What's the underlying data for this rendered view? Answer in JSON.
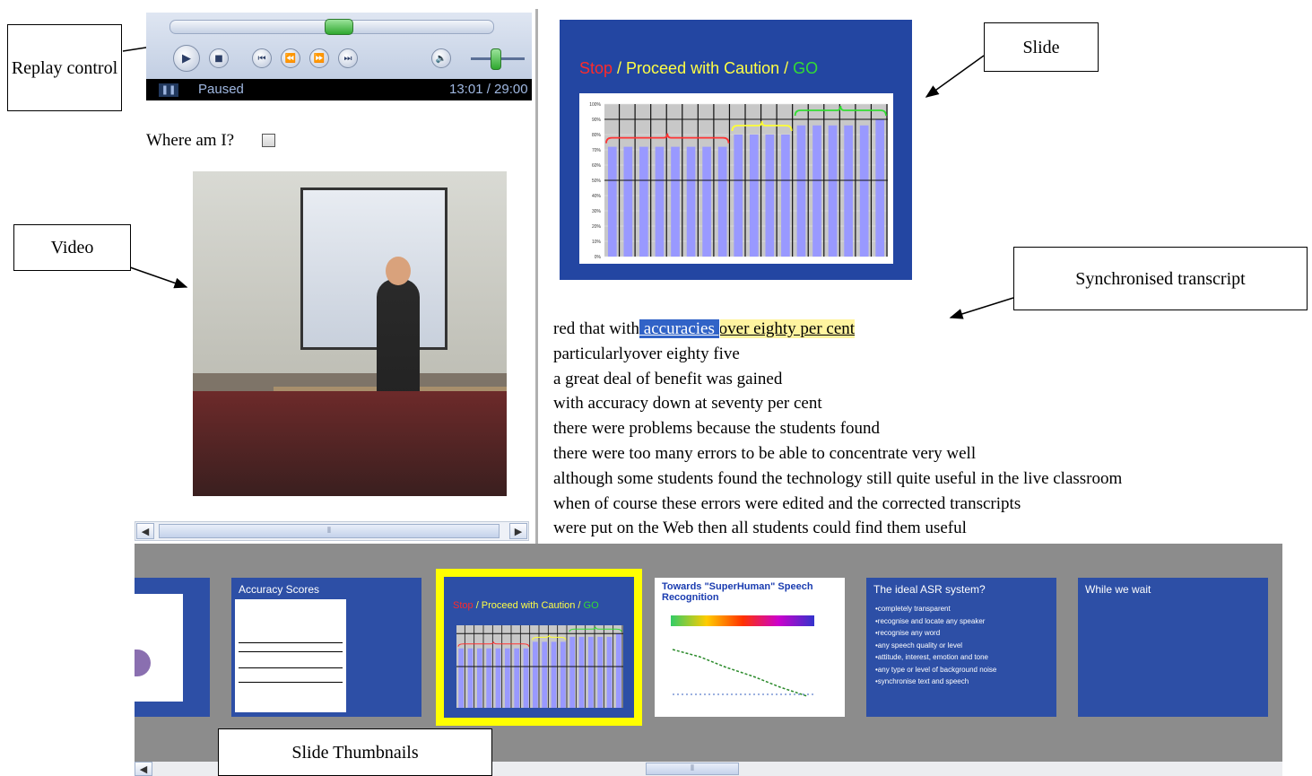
{
  "callouts": {
    "replay_control": "Replay control",
    "video": "Video",
    "slide": "Slide",
    "synchronised_transcript": "Synchronised transcript",
    "slide_thumbnails": "Slide Thumbnails"
  },
  "player": {
    "status": "Paused",
    "time": "13:01 / 29:00",
    "seek_position": 0.52,
    "volume_level": 0.45,
    "icons": [
      "play-icon",
      "stop-icon",
      "previous-icon",
      "rewind-icon",
      "fast-forward-icon",
      "next-icon",
      "volume-icon",
      "pause-icon"
    ]
  },
  "where_am_i": {
    "label": "Where am I?",
    "checked": false
  },
  "slide": {
    "title_stop": "Stop",
    "title_mid": " / Proceed with Caution / ",
    "title_go": "GO",
    "colors": {
      "stop": "#ff2a2a",
      "mid": "#ffff44",
      "go": "#33dd33",
      "background": "#2346a2",
      "bar": "#9999ff"
    }
  },
  "chart_data": {
    "type": "bar",
    "values": [
      72,
      72,
      72,
      72,
      72,
      72,
      72,
      72,
      80,
      80,
      80,
      80,
      86,
      86,
      86,
      86,
      86,
      90
    ],
    "ylim": [
      0,
      100
    ],
    "reference_lines": [
      50,
      90
    ],
    "groups": [
      {
        "from": 0,
        "to": 7,
        "color": "#ff3333"
      },
      {
        "from": 8,
        "to": 11,
        "color": "#ffff33"
      },
      {
        "from": 12,
        "to": 17,
        "color": "#33dd33"
      }
    ]
  },
  "transcript": {
    "line1": {
      "before": "red that with",
      "word": " accuracies ",
      "after": "over eighty per cent"
    },
    "lines": [
      "particularlyover eighty five",
      "a great deal of benefit was gained",
      "with accuracy down at seventy per cent",
      "there were problems because the students found",
      "there were too many errors to be able to concentrate very well",
      "although some students found the technology still quite useful in the live classroom",
      "when of course these errors were edited and the corrected transcripts",
      "were put on the Web then all students could find them useful"
    ]
  },
  "thumbnails": {
    "accuracy": {
      "title": "Accuracy Scores"
    },
    "stop": {
      "title_stop": "Stop",
      "title_mid": " / Proceed with Caution / ",
      "title_go": "GO"
    },
    "superhuman": {
      "title": "Towards \"SuperHuman\" Speech Recognition"
    },
    "ideal": {
      "title": "The ideal ASR system?",
      "lines": [
        "•completely transparent",
        "•recognise and locate any speaker",
        "•recognise any word",
        "•any speech quality or level",
        "•attitude, interest, emotion and tone",
        "•any type or level of background noise",
        "•synchronise text and speech"
      ]
    },
    "while": {
      "title": "While we wait"
    }
  }
}
